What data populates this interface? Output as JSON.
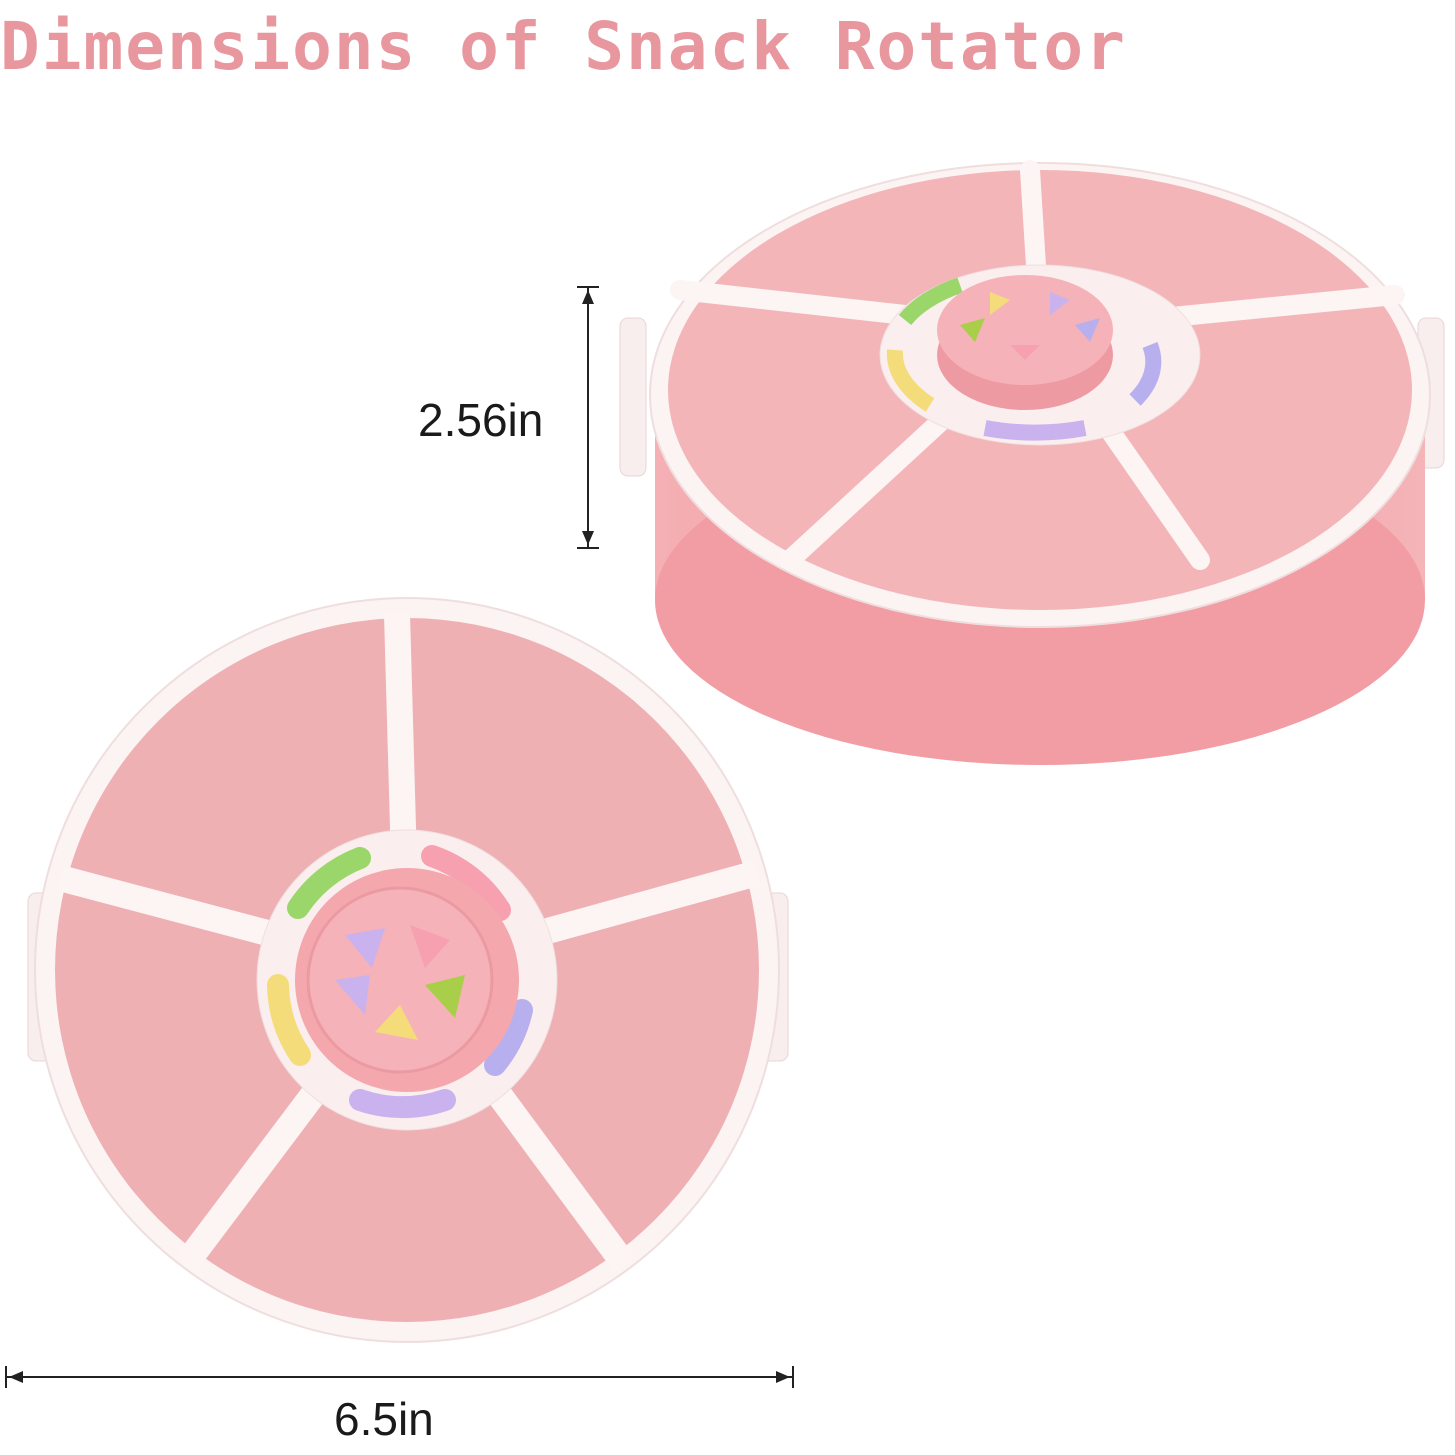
{
  "title": "Dimensions of Snack Rotator",
  "dimensions": {
    "height": "2.56in",
    "width": "6.5in"
  },
  "colors": {
    "title": "#e9979f",
    "tray_pink": "#f2a5ab",
    "lid_pink": "#efb0b4",
    "rim": "#fbf0f0",
    "segments": [
      "#9ad66a",
      "#f6a0b0",
      "#b8b0ee",
      "#f5dc7a",
      "#c9b2ee",
      "#a8ce4a"
    ]
  }
}
